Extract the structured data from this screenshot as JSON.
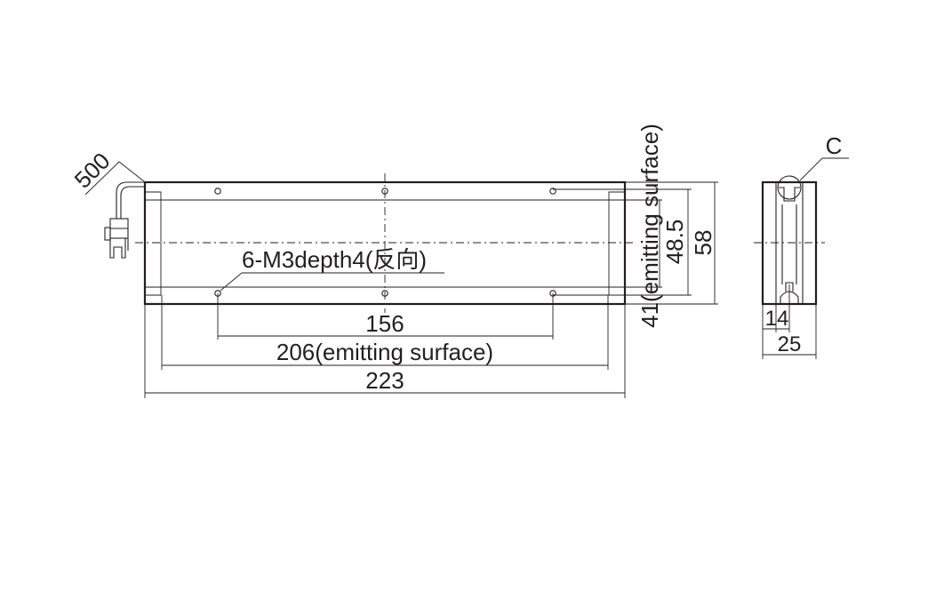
{
  "dimensions": {
    "cable_length": "500",
    "mounting_holes": "6-M3depth4(反向)",
    "hole_pitch": "156",
    "emitting_length": "206(emitting surface)",
    "total_length": "223",
    "emitting_height": "41(emitting surface)",
    "hole_height": "48.5",
    "total_height": "58",
    "emitting_width": "14",
    "total_width": "25",
    "detail_callout": "C"
  }
}
